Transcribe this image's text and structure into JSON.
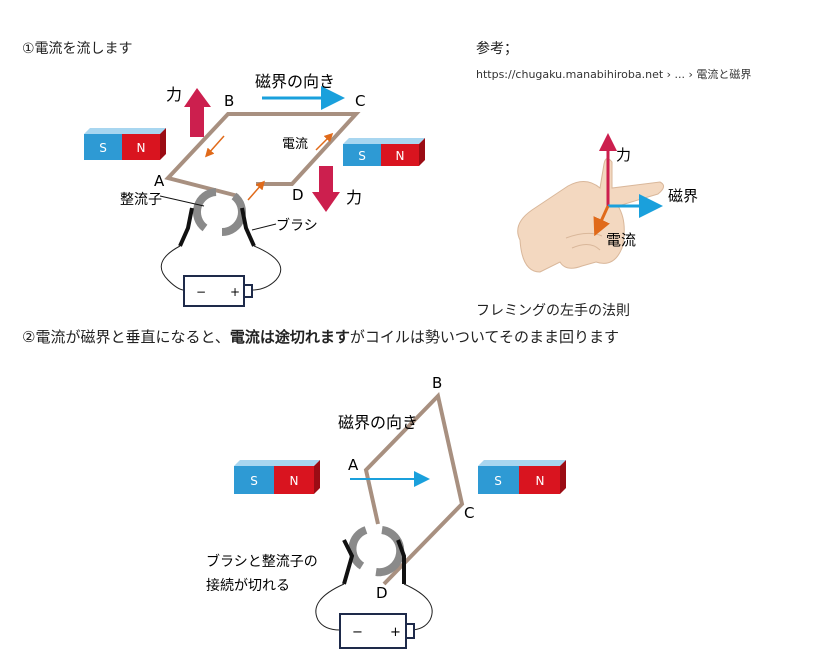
{
  "step1": {
    "title": "①電流を流します"
  },
  "reference": {
    "label": "参考；",
    "url": "https://chugaku.manabihiroba.net › ... › 電流と磁界",
    "fleming_caption": "フレミングの左手の法則",
    "hand_labels": {
      "force": "力",
      "field": "磁界",
      "current": "電流"
    }
  },
  "step2": {
    "prefix": "②電流が磁界と垂直になると、",
    "bold": "電流は途切れます",
    "suffix": "がコイルは勢いついてそのまま回ります"
  },
  "diagram1": {
    "field_label": "磁界の向き",
    "force_label_left": "力",
    "force_label_right": "力",
    "current_label": "電流",
    "commutator_label": "整流子",
    "brush_label": "ブラシ",
    "points": {
      "a": "A",
      "b": "B",
      "c": "C",
      "d": "D"
    },
    "magnet_s": "S",
    "magnet_n": "N",
    "battery_minus": "−",
    "battery_plus": "+"
  },
  "diagram2": {
    "field_label": "磁界の向き",
    "points": {
      "a": "A",
      "b": "B",
      "c": "C",
      "d": "D"
    },
    "caption_line1": "ブラシと整流子の",
    "caption_line2": "接続が切れる",
    "magnet_s": "S",
    "magnet_n": "N",
    "battery_minus": "−",
    "battery_plus": "+"
  },
  "colors": {
    "coil": "#a89080",
    "magnet_s": "#2e9ad4",
    "magnet_n": "#d9141f",
    "force_arrow": "#cc1f4e",
    "field_arrow": "#1aa0dc",
    "current_arrow": "#e06a1a",
    "commutator": "#8a8a8a",
    "battery": "#1e2a4a"
  }
}
